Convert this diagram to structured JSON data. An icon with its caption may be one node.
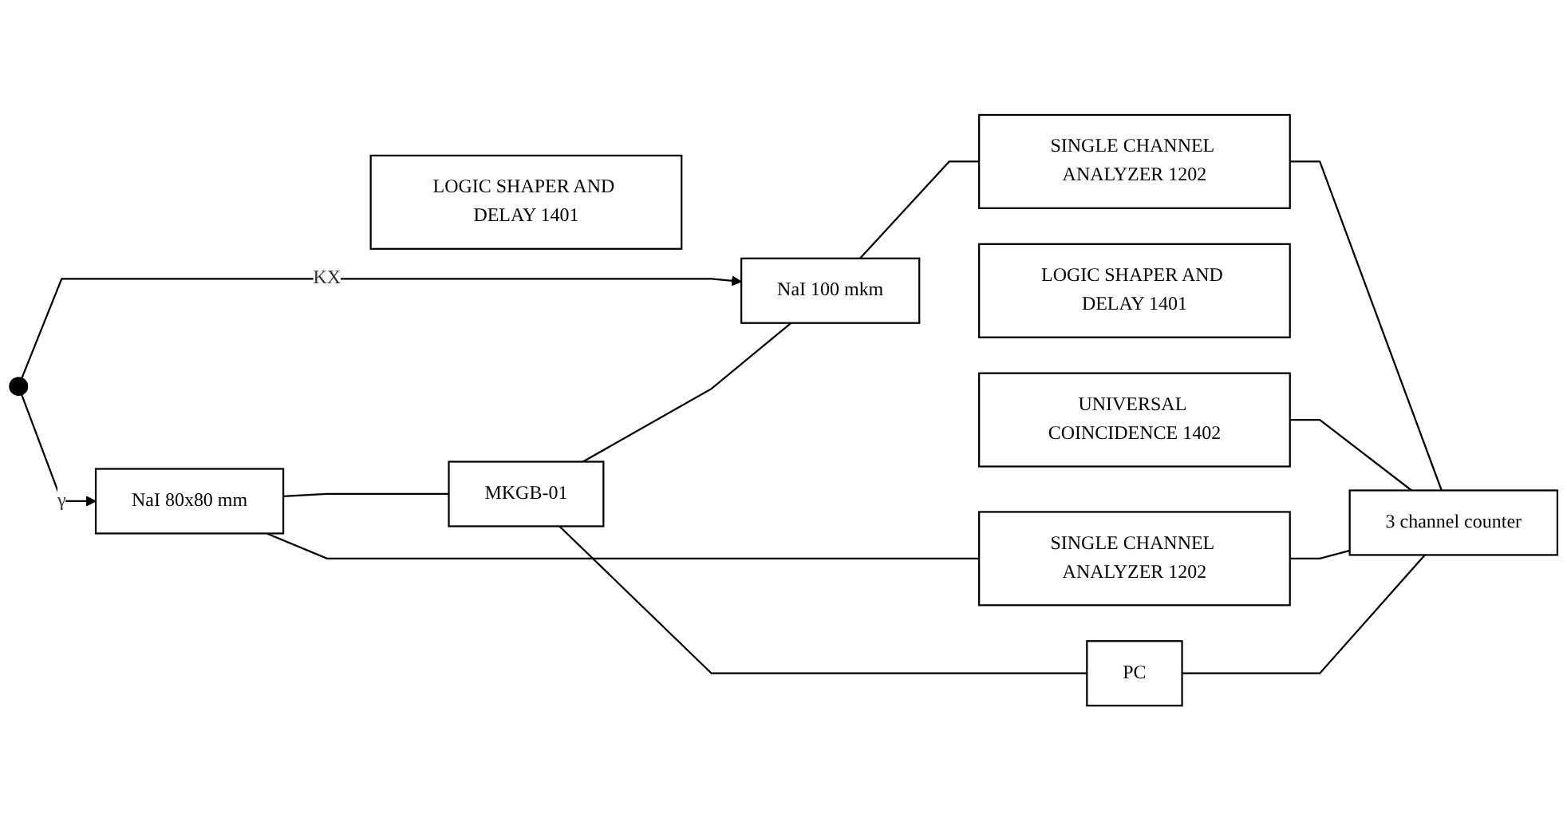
{
  "diagram": {
    "nodes": [
      {
        "text": [
          "NaI 100 mkm"
        ]
      },
      {
        "text": [
          "SINGLE CHANNEL ANALYZER 1202"
        ]
      },
      {
        "text": [
          "LOGIC SHAPER AND DELAY 1401"
        ]
      },
      {
        "text": [
          "UNIVERSAL COINCIDENCE 1402"
        ]
      },
      {
        "text": [
          "LOGIC SHAPER AND DELAY 1401"
        ]
      },
      {
        "text": [
          "SINGLE CHANNEL ANALYZER 1202"
        ]
      },
      {
        "text": [
          "NaI 80x80 mm"
        ]
      },
      {
        "text": [
          "3 channel counter"
        ]
      },
      {
        "text": [
          "MKGB-01"
        ]
      },
      {
        "text": [
          "PC"
        ]
      },
      {
        "text": [],
        "shape": "circle"
      }
    ],
    "edges": [
      {
        "from": 0,
        "to": 1,
        "arrow": "none"
      },
      {
        "from": 6,
        "to": 5,
        "arrow": "none"
      },
      {
        "from": 1,
        "to": 7,
        "arrow": "none"
      },
      {
        "from": 3,
        "to": 7,
        "arrow": "none"
      },
      {
        "from": 5,
        "to": 7,
        "arrow": "none"
      },
      {
        "from": 10,
        "to": 0,
        "arrow": "to",
        "label": "KX"
      },
      {
        "from": 10,
        "to": 6,
        "arrow": "to",
        "label": "γ"
      },
      {
        "from": 6,
        "to": 8,
        "arrow": "none"
      },
      {
        "from": 8,
        "to": 0,
        "arrow": "none"
      },
      {
        "from": 8,
        "to": 9,
        "arrow": "none"
      },
      {
        "from": 9,
        "to": 7,
        "arrow": "none"
      }
    ]
  }
}
